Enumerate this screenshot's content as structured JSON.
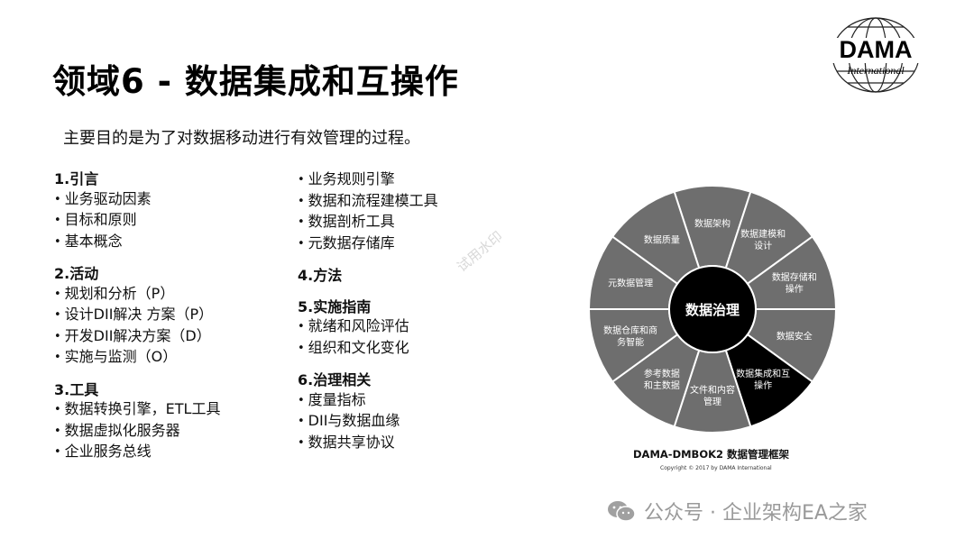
{
  "title": "领域6 - 数据集成和互操作",
  "subtitle": "主要目的是为了对数据移动进行有效管理的过程。",
  "left_column": [
    {
      "heading": "1.引言",
      "items": [
        "业务驱动因素",
        "目标和原则",
        "基本概念"
      ]
    },
    {
      "heading": "2.活动",
      "items": [
        "规划和分析（P）",
        "设计DII解决 方案（P）",
        "开发DII解决方案（D）",
        "实施与监测（O）"
      ]
    },
    {
      "heading": "3.工具",
      "items": [
        "数据转换引擎，ETL工具",
        "数据虚拟化服务器",
        "企业服务总线"
      ]
    }
  ],
  "right_column": [
    {
      "heading": "",
      "items": [
        "业务规则引擎",
        "数据和流程建模工具",
        "数据剖析工具",
        "元数据存储库"
      ]
    },
    {
      "heading": "4.方法",
      "items": []
    },
    {
      "heading": "5.实施指南",
      "items": [
        "就绪和风险评估",
        "组织和文化变化"
      ]
    },
    {
      "heading": "6.治理相关",
      "items": [
        "度量指标",
        "DII与数据血缘",
        "数据共享协议"
      ]
    }
  ],
  "logo": {
    "main": "DAMA",
    "sub": "International"
  },
  "wheel": {
    "center": "数据治理",
    "highlight_index": 4,
    "highlight_color": "#000000",
    "segment_color": "#6e6e6e",
    "segments": [
      [
        "数据架构"
      ],
      [
        "数据建模和",
        "设计"
      ],
      [
        "数据存储和",
        "操作"
      ],
      [
        "数据安全"
      ],
      [
        "数据集成和互",
        "操作"
      ],
      [
        "文件和内容",
        "管理"
      ],
      [
        "参考数据",
        "和主数据"
      ],
      [
        "数据仓库和商",
        "务智能"
      ],
      [
        "元数据管理"
      ],
      [
        "数据质量"
      ]
    ]
  },
  "caption": "DAMA-DMBOK2 数据管理框架",
  "copyright": "Copyright © 2017 by DAMA International",
  "stamp": "试用水印",
  "footer": "公众号 · 企业架构EA之家"
}
